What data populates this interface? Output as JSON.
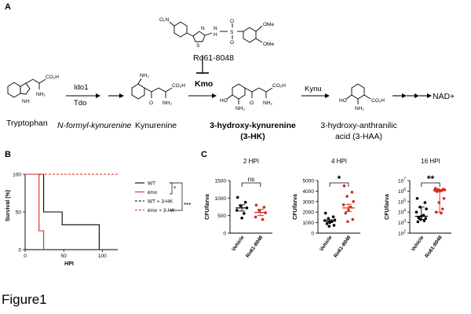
{
  "colors": {
    "red": "#d42a1e",
    "black": "#000000"
  },
  "panelA": {
    "letter": "A",
    "inhibitor_substituents": {
      "nitro": "O₂N",
      "ome1": "OMe",
      "ome2": "OMe",
      "s_atom": "S",
      "n_thiazole": "N",
      "nh_sulfonamide": "N",
      "h_sulfonamide": "H",
      "s_sulfonyl": "S",
      "o1": "O",
      "o2": "O"
    },
    "inhibitor": "Ro61-8048",
    "enzymes": {
      "ido": "Ido1",
      "tdo": "Tdo",
      "kmo": "Kmo",
      "kynu": "Kynu"
    },
    "compounds": {
      "tryptophan": "Tryptophan",
      "nfk": "N-formyl-kynurenine",
      "kynurenine": "Kynurenine",
      "hk_line1": "3-hydroxy-kynurenine",
      "hk_line2": "(3-HK)",
      "haa_line1": "3-hydroxy-anthranilic",
      "haa_line2": "acid (3-HAA)",
      "nad": "NAD+"
    },
    "atoms": {
      "nh": "N",
      "h": "H",
      "co2h": "CO₂H",
      "nh2": "NH₂",
      "ho": "HO",
      "o": "O"
    }
  },
  "panelB": {
    "letter": "B",
    "ylabel": "Survival (%)",
    "xlabel": "HPI",
    "legend": [
      {
        "label": "WT",
        "italic": false,
        "color": "#000000",
        "dashed": false
      },
      {
        "label": "kmo",
        "italic": true,
        "color": "#d42a1e",
        "dashed": false
      },
      {
        "label": "WT + 3-HK",
        "italic": false,
        "color": "#000000",
        "dashed": true
      },
      {
        "label": "kmo + 3-HK",
        "italic": true,
        "color": "#d42a1e",
        "dashed": true
      }
    ],
    "sig_wt_kmo": "*",
    "sig_3hk": "***"
  },
  "panelC": {
    "letter": "C",
    "categories": [
      "Vehicle",
      "Ro61-8048"
    ],
    "ylabel": "CFU/larva"
  },
  "chart_data": [
    {
      "type": "line",
      "panel": "B",
      "xlabel": "HPI",
      "ylabel": "Survival (%)",
      "xlim": [
        0,
        120
      ],
      "ylim": [
        0,
        100
      ],
      "xticks": [
        0,
        50,
        100
      ],
      "yticks": [
        0,
        50,
        100
      ],
      "series": [
        {
          "name": "WT",
          "x": [
            0,
            24,
            24,
            48,
            48,
            96,
            96
          ],
          "y": [
            100,
            100,
            50,
            50,
            33,
            33,
            0
          ]
        },
        {
          "name": "kmo",
          "x": [
            0,
            18,
            18,
            24,
            24
          ],
          "y": [
            100,
            100,
            25,
            25,
            0
          ]
        },
        {
          "name": "WT + 3-HK",
          "x": [
            0,
            120
          ],
          "y": [
            100,
            100
          ]
        },
        {
          "name": "kmo + 3-HK",
          "x": [
            0,
            120
          ],
          "y": [
            100,
            100
          ]
        }
      ]
    },
    {
      "type": "scatter",
      "panel": "C",
      "title": "2 HPI",
      "ylabel": "CFU/larva",
      "categories": [
        "Vehicle",
        "Ro61-8048"
      ],
      "scale": "linear",
      "ylim": [
        0,
        1500
      ],
      "yticks": [
        0,
        500,
        1000,
        1500
      ],
      "significance": "ns",
      "series": [
        {
          "name": "Vehicle",
          "values": [
            1020,
            880,
            780,
            720,
            650,
            560,
            430
          ],
          "mean": 720,
          "sem": 90
        },
        {
          "name": "Ro61-8048",
          "values": [
            800,
            740,
            650,
            580,
            460,
            390
          ],
          "mean": 590,
          "sem": 90
        }
      ]
    },
    {
      "type": "scatter",
      "panel": "C",
      "title": "4 HPI",
      "ylabel": "CFU/larva",
      "categories": [
        "Vehicle",
        "Ro61-8048"
      ],
      "scale": "linear",
      "ylim": [
        0,
        5000
      ],
      "yticks": [
        0,
        1000,
        2000,
        3000,
        4000,
        5000
      ],
      "significance": "*",
      "series": [
        {
          "name": "Vehicle",
          "values": [
            1900,
            1550,
            1400,
            1250,
            1200,
            1100,
            1000,
            900,
            750,
            650
          ],
          "mean": 1150,
          "sem": 120
        },
        {
          "name": "Ro61-8048",
          "values": [
            4500,
            3900,
            3500,
            3000,
            2700,
            2500,
            2200,
            1900,
            1300,
            1100
          ],
          "mean": 2400,
          "sem": 350
        }
      ]
    },
    {
      "type": "scatter",
      "panel": "C",
      "title": "16 HPI",
      "ylabel": "CFU/larva",
      "categories": [
        "Vehicle",
        "Ro61-8048"
      ],
      "scale": "log",
      "ylim": [
        100,
        10000000
      ],
      "yticks": [
        100,
        1000,
        10000,
        100000,
        1000000,
        10000000
      ],
      "ytick_labels": [
        [
          "10",
          "2"
        ],
        [
          "10",
          "3"
        ],
        [
          "10",
          "4"
        ],
        [
          "10",
          "5"
        ],
        [
          "10",
          "6"
        ],
        [
          "10",
          "7"
        ]
      ],
      "significance": "**",
      "series": [
        {
          "name": "Vehicle",
          "values": [
            200000,
            80000,
            30000,
            20000,
            10000,
            5000,
            4000,
            3000,
            2500,
            2000,
            1500,
            1200
          ],
          "mean": 4000,
          "sem_low": 2000,
          "sem_high": 30000
        },
        {
          "name": "Ro61-8048",
          "values": [
            1800000,
            1500000,
            1400000,
            1300000,
            1200000,
            1100000,
            1000000,
            900000,
            200000,
            80000,
            20000,
            10000,
            8000
          ],
          "mean": 1200000,
          "sem_low": 10000,
          "sem_high": 1400000
        }
      ]
    }
  ],
  "caption": "Figure1"
}
